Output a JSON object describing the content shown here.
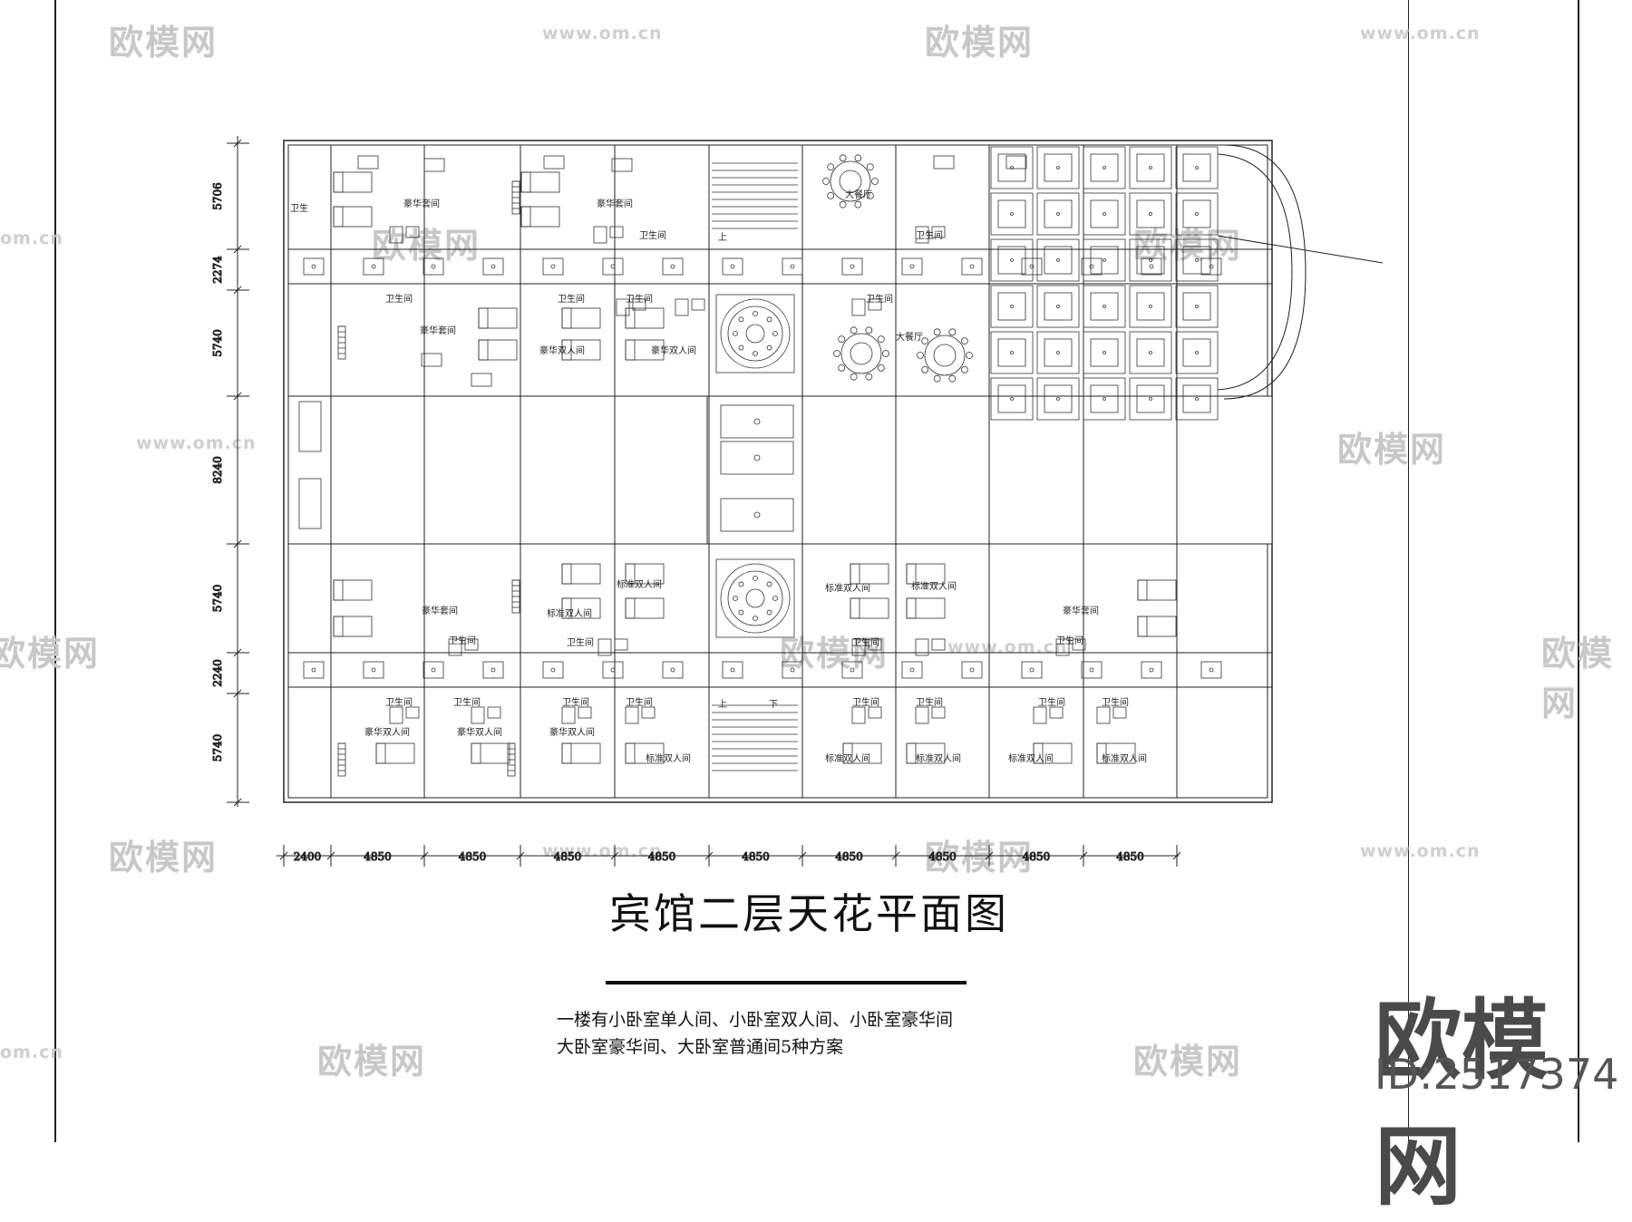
{
  "drawing": {
    "title": "宾馆二层天花平面图",
    "description_lines": [
      "一楼有小卧室单人间、小卧室双人间、小卧室豪华间",
      "大卧室豪华间、大卧室普通间5种方案"
    ]
  },
  "dimensions": {
    "vertical": [
      "5706",
      "2274",
      "5740",
      "8240",
      "5740",
      "2240",
      "5740"
    ],
    "horizontal": [
      "2400",
      "4850",
      "4850",
      "4850",
      "4850",
      "4850",
      "4850",
      "4850",
      "4850",
      "4850"
    ]
  },
  "room_labels": {
    "luxury_suite": "豪华套间",
    "bathroom": "卫生间",
    "bath_short": "卫生",
    "bath_vertical": "卫生间",
    "big_dining": "大餐厅",
    "luxury_double": "豪华双人间",
    "standard_double": "标准双人间",
    "stairs_down": "下",
    "stairs_up": "上"
  },
  "watermark": {
    "brand_cn": "欧模网",
    "url": "www.om.cn",
    "url_fragment": "om.cn"
  },
  "branding": {
    "name": "欧模网",
    "id": "ID:2517374"
  }
}
